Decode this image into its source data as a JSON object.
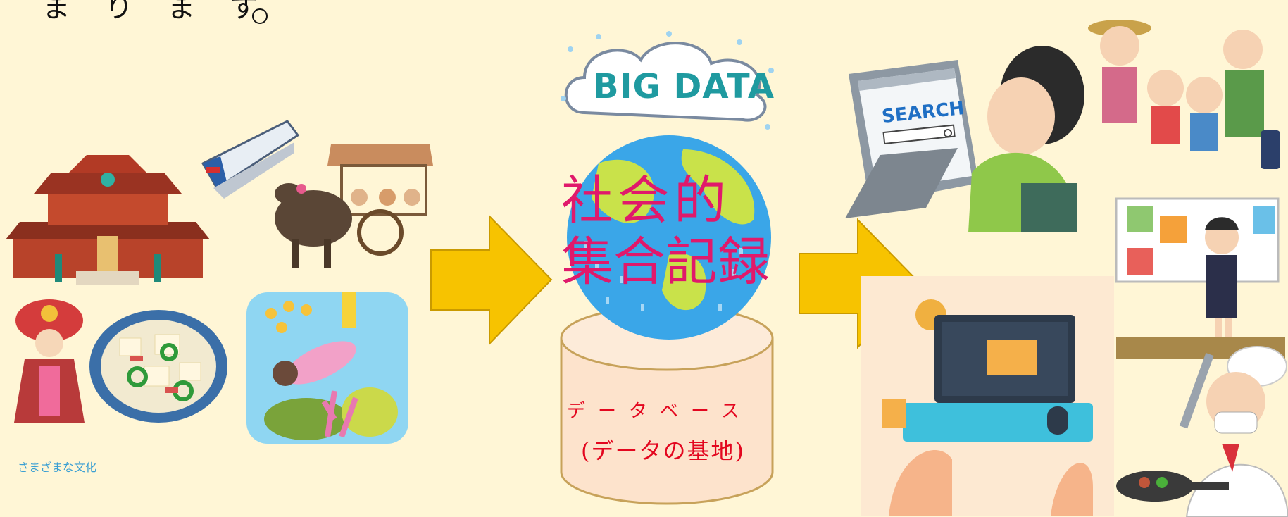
{
  "top_caption": "ま り ま す",
  "big_data_label": "BIG DATA",
  "globe_text_line1": "社会的",
  "globe_text_line2": "集合記録",
  "db_label_line1": "データベース",
  "db_label_line2": "(データの基地)",
  "culture_label": "さまざまな文化",
  "search_label": "SEARCH",
  "colors": {
    "background": "#fff6d6",
    "arrow": "#f7c300",
    "globe_text": "#e0196b",
    "db_text": "#e3071f",
    "culture_text": "#3a9fd3"
  },
  "icons": [
    "shuri-castle-icon",
    "monorail-icon",
    "water-buffalo-cart-icon",
    "ryukyu-dancer-icon",
    "champuru-dish-icon",
    "diver-icon",
    "big-data-cloud-icon",
    "globe-icon",
    "database-cylinder-icon",
    "laptop-search-icon",
    "hiking-family-icon",
    "teacher-icon",
    "designer-laptop-icon",
    "chef-icon"
  ]
}
